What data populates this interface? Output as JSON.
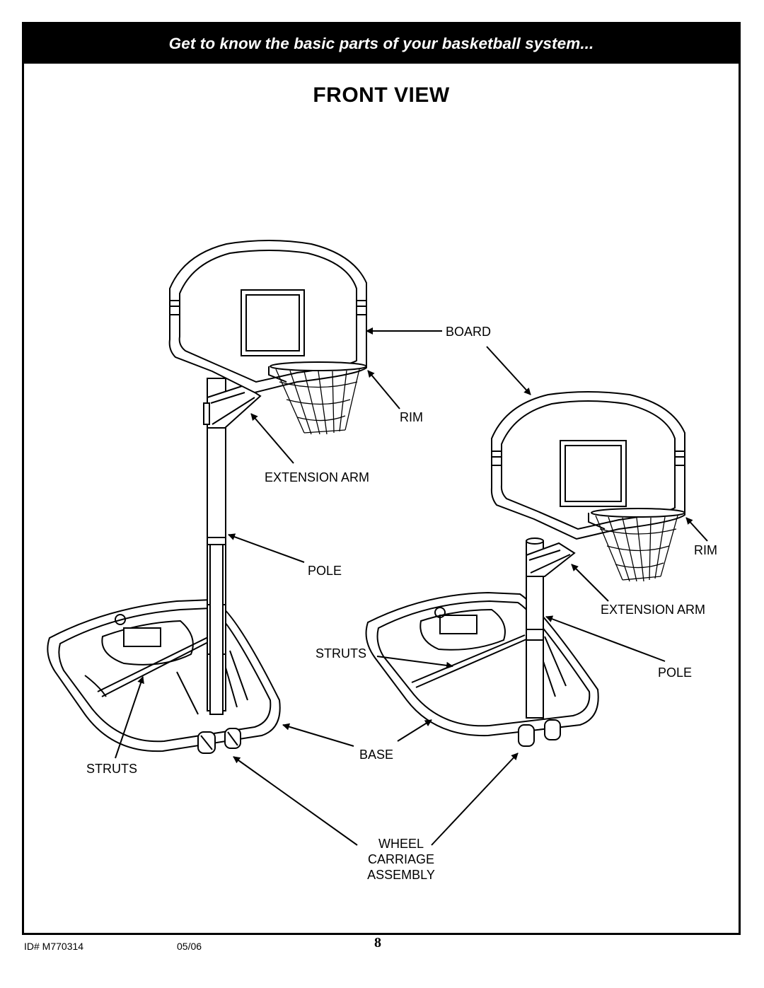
{
  "header": {
    "banner": "Get to know the basic parts of your basketball system...",
    "title": "FRONT VIEW"
  },
  "labels": {
    "board": "BOARD",
    "rim_left": "RIM",
    "extension_arm_left": "EXTENSION ARM",
    "pole_left": "POLE",
    "struts_left": "STRUTS",
    "struts_right": "STRUTS",
    "base": "BASE",
    "rim_right": "RIM",
    "extension_arm_right": "EXTENSION ARM",
    "pole_right": "POLE",
    "wheel_line1": "WHEEL",
    "wheel_line2": "CARRIAGE",
    "wheel_line3": "ASSEMBLY"
  },
  "footer": {
    "id": "ID#  M770314",
    "date": "05/06",
    "page": "8"
  }
}
